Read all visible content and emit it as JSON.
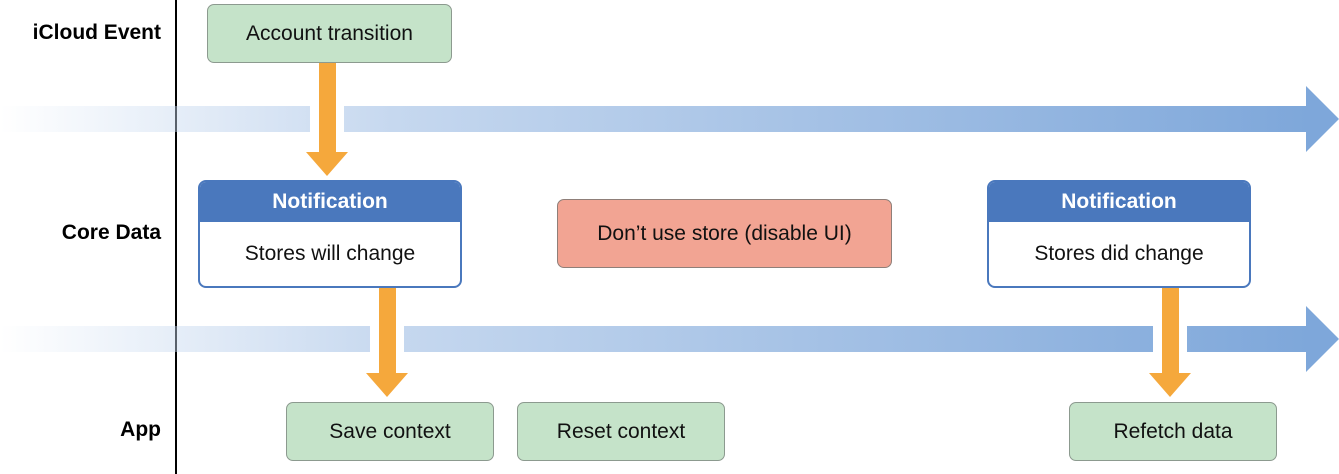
{
  "rows": {
    "icloud_event": "iCloud Event",
    "core_data": "Core Data",
    "app": "App"
  },
  "icloud_event": {
    "account_transition": "Account transition"
  },
  "core_data": {
    "notification_will": {
      "header": "Notification",
      "body": "Stores will change"
    },
    "dont_use_store": "Don’t use store (disable UI)",
    "notification_did": {
      "header": "Notification",
      "body": "Stores did change"
    }
  },
  "app": {
    "save_context": "Save context",
    "reset_context": "Reset context",
    "refetch_data": "Refetch data"
  },
  "colors": {
    "timeline_arrow": "#7ea7da",
    "flow_arrow": "#f5a83c",
    "action_box": "#c5e3c9",
    "warning_box": "#f2a493",
    "notification_header": "#4a78bd"
  }
}
